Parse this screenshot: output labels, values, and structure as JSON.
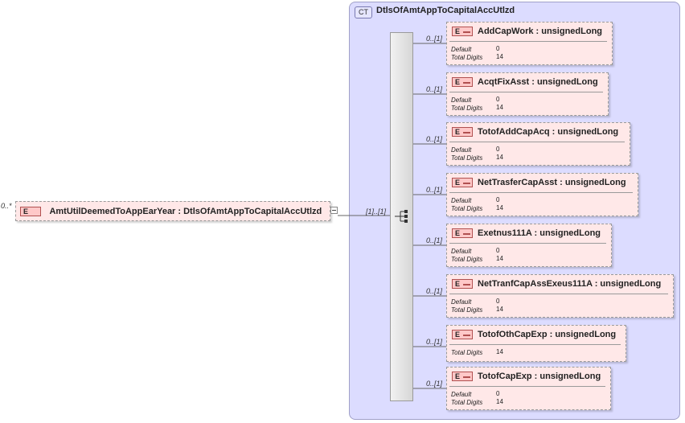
{
  "root": {
    "cardinality": "0..*",
    "badge": "E",
    "label": "AmtUtilDeemedToAppEarYear : DtlsOfAmtAppToCapitalAccUtlzd"
  },
  "complex_type": {
    "badge": "CT",
    "name": "DtlsOfAmtAppToCapitalAccUtlzd"
  },
  "sequence": {
    "cardinality": "[1]..[1]"
  },
  "facet_labels": {
    "default": "Default",
    "total_digits": "Total Digits"
  },
  "elements": [
    {
      "cardinality": "0..[1]",
      "badge": "E",
      "name": "AddCapWork : unsignedLong",
      "default": "0",
      "total_digits": "14"
    },
    {
      "cardinality": "0..[1]",
      "badge": "E",
      "name": "AcqtFixAsst : unsignedLong",
      "default": "0",
      "total_digits": "14"
    },
    {
      "cardinality": "0..[1]",
      "badge": "E",
      "name": "TotofAddCapAcq : unsignedLong",
      "default": "0",
      "total_digits": "14"
    },
    {
      "cardinality": "0..[1]",
      "badge": "E",
      "name": "NetTrasferCapAsst : unsignedLong",
      "default": "0",
      "total_digits": "14"
    },
    {
      "cardinality": "0..[1]",
      "badge": "E",
      "name": "Exetnus111A : unsignedLong",
      "default": "0",
      "total_digits": "14"
    },
    {
      "cardinality": "0..[1]",
      "badge": "E",
      "name": "NetTranfCapAssExeus111A : unsignedLong",
      "default": "0",
      "total_digits": "14"
    },
    {
      "cardinality": "0..[1]",
      "badge": "E",
      "name": "TotofOthCapExp : unsignedLong",
      "total_digits": "14"
    },
    {
      "cardinality": "0..[1]",
      "badge": "E",
      "name": "TotofCapExp : unsignedLong",
      "default": "0",
      "total_digits": "14"
    }
  ]
}
